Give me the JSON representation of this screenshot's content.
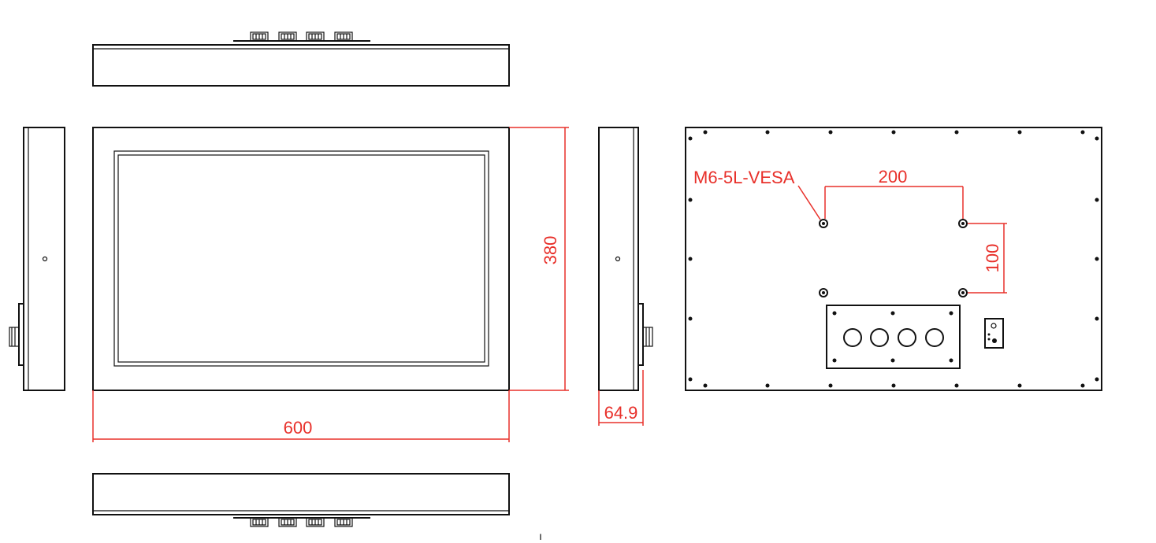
{
  "drawing": {
    "colors": {
      "line": "#111111",
      "dimension": "#e8302a",
      "background": "#ffffff"
    },
    "dimensions": {
      "width": "600",
      "height": "380",
      "depth": "64.9",
      "vesa_horizontal": "200",
      "vesa_vertical": "100"
    },
    "annotations": {
      "vesa_screw": "M6-5L-VESA"
    },
    "mark": "ı"
  }
}
